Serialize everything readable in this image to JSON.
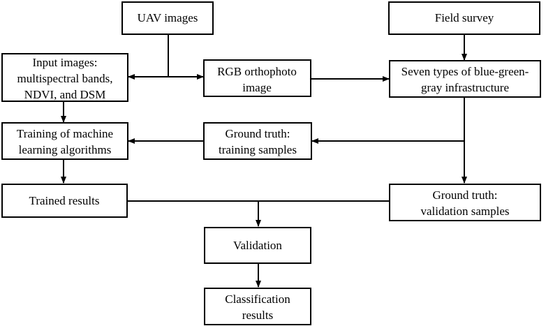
{
  "nodes": {
    "uav_images": {
      "lines": [
        "UAV images"
      ]
    },
    "field_survey": {
      "lines": [
        "Field survey"
      ]
    },
    "input_images": {
      "lines": [
        "Input images:",
        "multispectral bands,",
        "NDVI, and DSM"
      ]
    },
    "rgb_orthophoto": {
      "lines": [
        "RGB orthophoto",
        "image"
      ]
    },
    "seven_types": {
      "lines": [
        "Seven types of blue-green-",
        "gray infrastructure"
      ]
    },
    "training_ml": {
      "lines": [
        "Training of machine",
        "learning algorithms"
      ]
    },
    "gt_training": {
      "lines": [
        "Ground truth:",
        "training samples"
      ]
    },
    "trained_results": {
      "lines": [
        "Trained results"
      ]
    },
    "gt_validation": {
      "lines": [
        "Ground truth:",
        "validation samples"
      ]
    },
    "validation": {
      "lines": [
        "Validation"
      ]
    },
    "classification_results": {
      "lines": [
        "Classification",
        "results"
      ]
    }
  },
  "colors": {
    "stroke": "#000000",
    "fill": "#ffffff",
    "text": "#000000"
  }
}
